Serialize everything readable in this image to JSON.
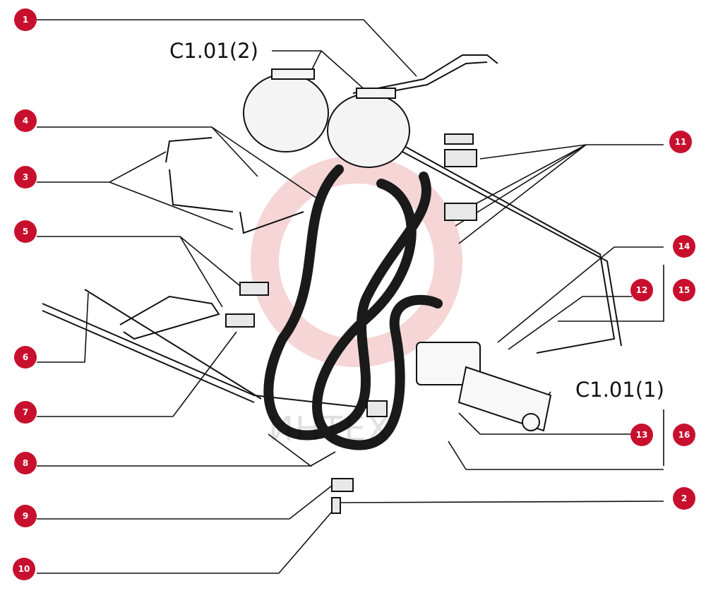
{
  "callouts": {
    "c1": "1",
    "c2": "2",
    "c3": "3",
    "c4": "4",
    "c5": "5",
    "c6": "6",
    "c7": "7",
    "c8": "8",
    "c9": "9",
    "c10": "10",
    "c11": "11",
    "c12": "12",
    "c13": "13",
    "c14": "14",
    "c15": "15",
    "c16": "16"
  },
  "assembly_labels": {
    "top": "C1.01(2)",
    "bottom": "C1.01(1)"
  },
  "watermark": "ИНТЕХ",
  "colors": {
    "badge": "#c8102e",
    "line": "#111111",
    "hose": "#1a1a1a",
    "watermark": "#e8a0a0"
  }
}
